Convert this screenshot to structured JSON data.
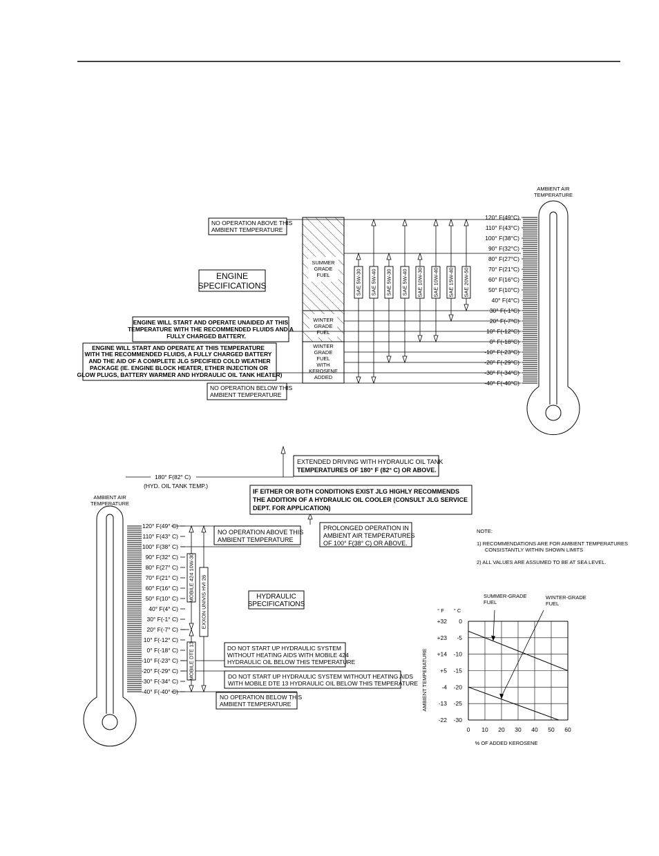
{
  "engine": {
    "thermo_label": [
      "AMBIENT AIR",
      "TEMPERATURE"
    ],
    "scale": [
      "120° F(49°C)",
      "110° F(43°C)",
      "100° F(38°C)",
      "90° F(32°C)",
      "80° F(27°C)",
      "70° F(21°C)",
      "60° F(16°C)",
      "50° F(10°C)",
      "40° F(4°C)",
      "30° F(-1°C)",
      "20° F(-7°C)",
      "10° F(-12°C)",
      "0° F(-18°C)",
      "-10° F(-23°C)",
      "-20° F(-29°C)",
      "-30° F(-34°C)",
      "-40° F(-40°C)"
    ],
    "no_op_above": [
      "NO OPERATION ABOVE THIS",
      "AMBIENT TEMPERATURE"
    ],
    "title": [
      "ENGINE",
      "SPECIFICATIONS"
    ],
    "unaided": [
      "ENGINE WILL START AND OPERATE UNAIDED AT THIS",
      "TEMPERATURE WITH THE RECOMMENDED FLUIDS AND A",
      "FULLY CHARGED BATTERY."
    ],
    "aided": [
      "ENGINE WILL START AND OPERATE AT THIS TEMPERATURE",
      "WITH THE RECOMMENDED FLUIDS, A FULLY CHARGED BATTERY",
      "AND THE AID OF A COMPLETE JLG SPECIFIED COLD WEATHER",
      "PACKAGE (IE. ENGINE BLOCK HEATER, ETHER INJECTION OR",
      "GLOW PLUGS, BATTERY WARMER AND HYDRAULIC OIL TANK HEATER)"
    ],
    "no_op_below": [
      "NO OPERATION BELOW THIS",
      "AMBIENT TEMPERATURE"
    ],
    "summer_fuel": [
      "SUMMER",
      "GRADE",
      "FUEL"
    ],
    "winter_fuel": [
      "WINTER",
      "GRADE",
      "FUEL"
    ],
    "winter_kero": [
      "WINTER",
      "GRADE",
      "FUEL",
      "WITH",
      "KEROSENE",
      "ADDED"
    ],
    "oils": [
      "SAE 5W-30",
      "SAE 5W-40",
      "SAE 5W-30",
      "SAE 5W-40",
      "SAE 10W-30",
      "SAE 10W-40",
      "SAE 15W-40",
      "SAE 20W-50"
    ]
  },
  "hydraulic": {
    "thermo_label": [
      "AMBIENT AIR",
      "TEMPERATURE"
    ],
    "scale": [
      "120° F(49° C)",
      "110° F(43° C)",
      "100° F(38° C)",
      "90° F(32° C)",
      "80° F(27° C)",
      "70° F(21° C)",
      "60° F(16° C)",
      "50° F(10° C)",
      "40° F(4° C)",
      "30° F(-1° C)",
      "20° F(-7° C)",
      "10° F(-12° C)",
      "0° F(-18° C)",
      "-10° F(-23° C)",
      "-20° F(-29° C)",
      "-30° F(-34° C)",
      "-40° F(-40° C)"
    ],
    "tank_temp": [
      "180° F(82° C)",
      "(HYD. OIL TANK TEMP.)"
    ],
    "extended": [
      "EXTENDED DRIVING WITH HYDRAULIC OIL TANK",
      "TEMPERATURES OF 180° F (82° C) OR ABOVE."
    ],
    "cooler": [
      "IF EITHER OR BOTH CONDITIONS EXIST JLG HIGHLY RECOMMENDS",
      "THE ADDITION OF A HYDRAULIC OIL COOLER (CONSULT JLG SERVICE",
      "DEPT. FOR APPLICATION)"
    ],
    "prolonged": [
      "PROLONGED OPERATION IN",
      "AMBIENT AIR TEMPERATURES",
      "OF 100° F(38° C) OR ABOVE."
    ],
    "no_op_above": [
      "NO OPERATION ABOVE THIS",
      "AMBIENT TEMPERATURE"
    ],
    "title": [
      "HYDRAULIC",
      "SPECIFICATIONS"
    ],
    "oils": [
      "MOBILE 424 10W-30",
      "EXXON UNIVIS HVI 26",
      "MOBILE DTE 13"
    ],
    "no_start_424": [
      "DO NOT START UP HYDRAULIC SYSTEM",
      "WITHOUT HEATING AIDS WITH MOBILE 424",
      "HYDRAULIC OIL BELOW THIS TEMPERATURE"
    ],
    "no_start_dte": [
      "DO NOT START UP HYDRAULIC SYSTEM WITHOUT HEATING AIDS",
      "WITH MOBILE DTE 13 HYDRAULIC OIL BELOW THIS TEMPERATURE"
    ],
    "no_op_below": [
      "NO OPERATION BELOW THIS",
      "AMBIENT TEMPERATURE"
    ]
  },
  "notes": {
    "title": "NOTE:",
    "items": [
      [
        "1) RECOMMENDATIONS ARE FOR AMBIENT TEMPERATURES",
        "CONSISTANTLY WITHIN SHOWN LIMITS"
      ],
      [
        "2) ALL VALUES ARE ASSUMED TO BE AT SEA LEVEL."
      ]
    ]
  },
  "chart_data": {
    "type": "line",
    "xlabel": "% OF ADDED KEROSENE",
    "ylabel": "AMBIENT TEMPERATURE",
    "x_ticks": [
      "0",
      "10",
      "20",
      "30",
      "40",
      "50",
      "60"
    ],
    "y_header_f": "° F",
    "y_header_c": "° C",
    "y_ticks_f": [
      "+32",
      "+23",
      "+14",
      "+5",
      "-4",
      "-13",
      "-22"
    ],
    "y_ticks_c": [
      "0",
      "-5",
      "-10",
      "-15",
      "-20",
      "-25",
      "-30"
    ],
    "xlim": [
      0,
      60
    ],
    "ylim": [
      -30,
      0
    ],
    "grid": true,
    "series": [
      {
        "name": "SUMMER-GRADE FUEL",
        "points": [
          [
            0,
            -3
          ],
          [
            60,
            -15
          ]
        ]
      },
      {
        "name": "WINTER-GRADE FUEL",
        "points": [
          [
            0,
            -20
          ],
          [
            60,
            -31
          ]
        ]
      }
    ],
    "annotations": [
      {
        "text": [
          "SUMMER-GRADE",
          "FUEL"
        ],
        "series": 0
      },
      {
        "text": [
          "WINTER-GRADE",
          "FUEL"
        ],
        "series": 1
      }
    ]
  }
}
